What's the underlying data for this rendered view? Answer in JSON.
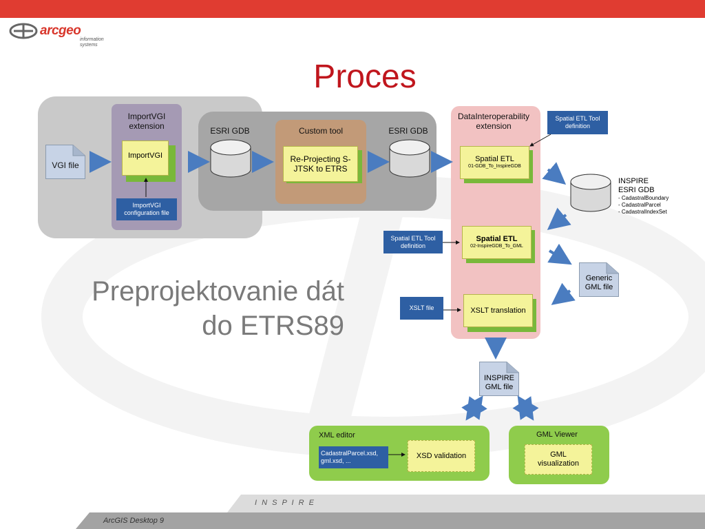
{
  "header": {
    "logo_text": "arcgeo",
    "logo_sub": "information systems",
    "title": "Proces"
  },
  "subtitle": {
    "line1": "Preprojektovanie dát",
    "line2": "do ETRS89"
  },
  "diagram": {
    "vgi_file": "VGI file",
    "importvgi_ext": "ImportVGI extension",
    "importvgi": "ImportVGI",
    "importvgi_config": "ImportVGI configuration file",
    "esri_gdb_1": "ESRI GDB",
    "custom_tool": "Custom tool",
    "reprojecting": "Re-Projecting S-JTSK to ETRS",
    "esri_gdb_2": "ESRI GDB",
    "datainterop": "DataInteroperability extension",
    "etl_def_top": "Spatial ETL Tool definition",
    "spatial_etl_1": "Spatial ETL",
    "spatial_etl_1_sub": "01-GDB_To_InspireGDB",
    "inspire_gdb_title": "INSPIRE ESRI GDB",
    "inspire_gdb_items": [
      "- CadastralBoundary",
      "- CadastralParcel",
      "- CadastralIndexSet"
    ],
    "etl_def_left": "Spatial ETL Tool definition",
    "spatial_etl_2": "Spatial ETL",
    "spatial_etl_2_sub": "02-InspireGDB_To_GML",
    "generic_gml": "Generic GML file",
    "xslt_file": "XSLT file",
    "xslt_translation": "XSLT translation",
    "inspire_gml": "INSPIRE GML file",
    "xml_editor": "XML editor",
    "xsd_files": "CadastralParcel.xsd, gml.xsd, ...",
    "xsd_validation": "XSD validation",
    "gml_viewer": "GML Viewer",
    "gml_visualization": "GML visualization"
  },
  "footer": {
    "inspire": "I N S P I R E",
    "product": "ArcGIS Desktop 9"
  }
}
